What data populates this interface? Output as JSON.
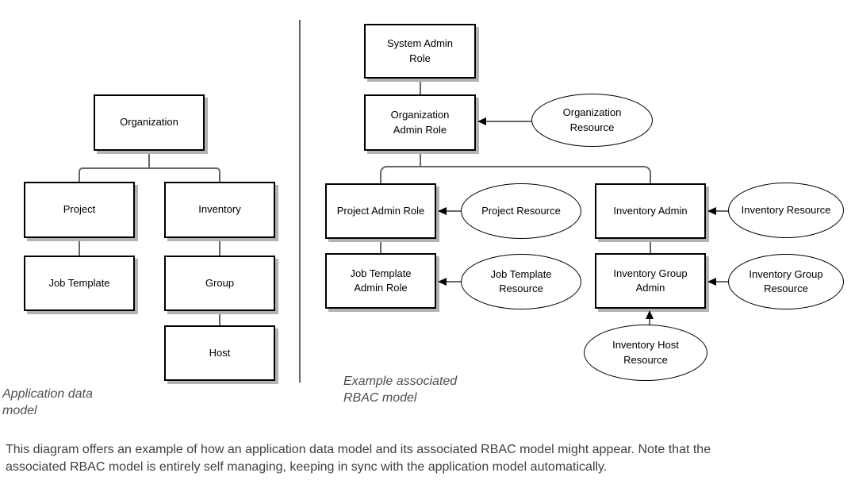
{
  "left_diagram": {
    "label": "Application data\nmodel",
    "nodes": {
      "organization": "Organization",
      "project": "Project",
      "inventory": "Inventory",
      "job_template": "Job Template",
      "group": "Group",
      "host": "Host"
    }
  },
  "right_diagram": {
    "label": "Example associated\nRBAC model",
    "roles": {
      "system_admin": "System Admin\nRole",
      "org_admin": "Organization\nAdmin Role",
      "project_admin": "Project Admin Role",
      "job_template_admin": "Job Template\nAdmin Role",
      "inventory_admin": "Inventory Admin",
      "inventory_group_admin": "Inventory Group\nAdmin"
    },
    "resources": {
      "organization": "Organization\nResource",
      "project": "Project Resource",
      "job_template": "Job Template\nResource",
      "inventory": "Inventory Resource",
      "inventory_group": "Inventory Group\nResource",
      "inventory_host": "Inventory Host\nResource"
    }
  },
  "caption": {
    "line1": "This diagram offers an example of how an application data model and its associated RBAC model might appear. Note that the",
    "line2": "associated RBAC model is entirely self managing, keeping in sync with the application model automatically."
  },
  "colors": {
    "box_border": "#000000",
    "box_shadow": "#b3b3b3",
    "connector": "#666666",
    "label_text": "#4d4d4d",
    "caption_text": "#3f3f3f"
  }
}
